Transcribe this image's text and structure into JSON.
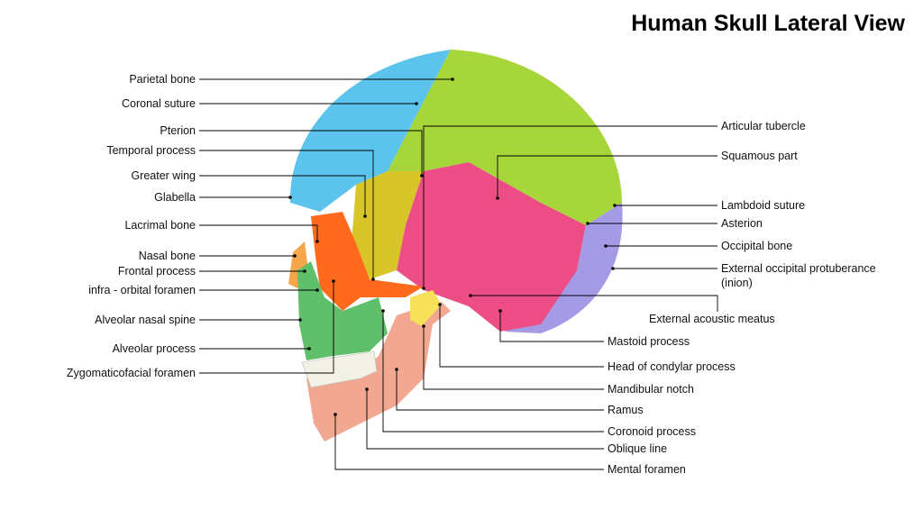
{
  "title": "Human Skull Lateral View",
  "colors": {
    "parietal": "#5cc3ec",
    "frontal_parietal_green": "#a6d63a",
    "temporal": "#ec4d85",
    "occipital": "#a49ae6",
    "sphenoid": "#d7c52a",
    "zygomatic": "#ff6a1d",
    "maxilla": "#5fbf6a",
    "mandible": "#f2a890",
    "nasal": "#f6a64a",
    "line": "#000000"
  },
  "left_labels": [
    "Parietal bone",
    "Coronal suture",
    "Pterion",
    "Temporal process",
    "Greater wing",
    "Glabella",
    "Lacrimal bone",
    "Nasal bone",
    "Frontal process",
    "infra - orbital foramen",
    "Alveolar nasal spine",
    "Alveolar process",
    "Zygomaticofacial foramen"
  ],
  "right_labels": [
    "Articular tubercle",
    "Squamous part",
    "Lambdoid suture",
    "Asterion",
    "Occipital bone",
    "External occipital protuberance\n(inion)",
    "External acoustic meatus",
    "Mastoid process",
    "Head of condylar process",
    "Mandibular notch",
    "Ramus",
    "Coronoid process",
    "Oblique line",
    "Mental foramen"
  ]
}
